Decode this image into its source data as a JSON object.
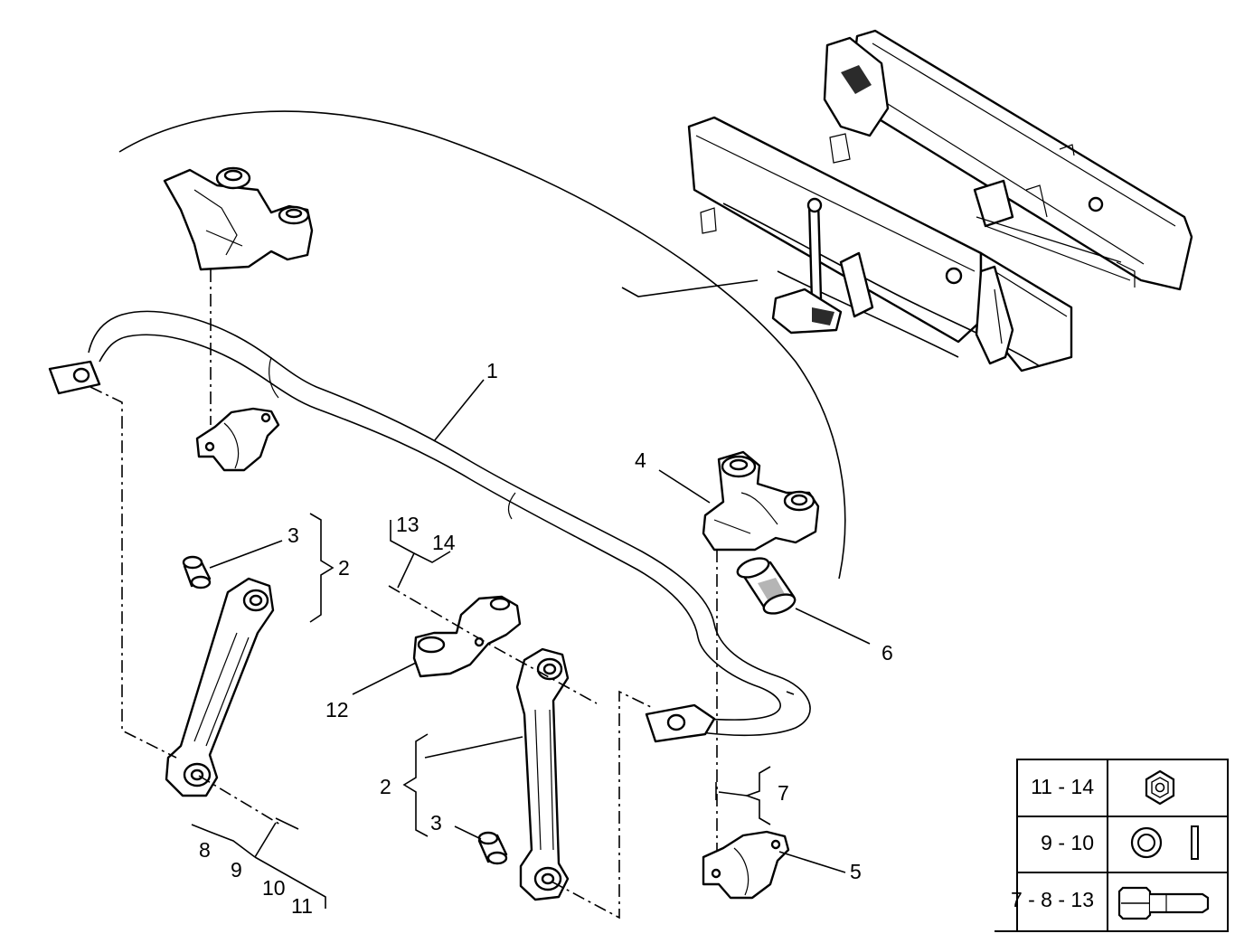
{
  "callouts": {
    "c1": "1",
    "c2a": "2",
    "c2b": "2",
    "c3a": "3",
    "c3b": "3",
    "c4": "4",
    "c5": "5",
    "c6": "6",
    "c7": "7",
    "c8": "8",
    "c9": "9",
    "c10": "10",
    "c11": "11",
    "c12": "12",
    "c13": "13",
    "c14": "14"
  },
  "legend": {
    "rows": [
      {
        "label": "11 - 14",
        "icon": "hex-nut-icon"
      },
      {
        "label": "9 - 10",
        "icon": "washer-and-pin-icon"
      },
      {
        "label": "7 - 8 - 13",
        "icon": "bolt-icon"
      }
    ]
  }
}
